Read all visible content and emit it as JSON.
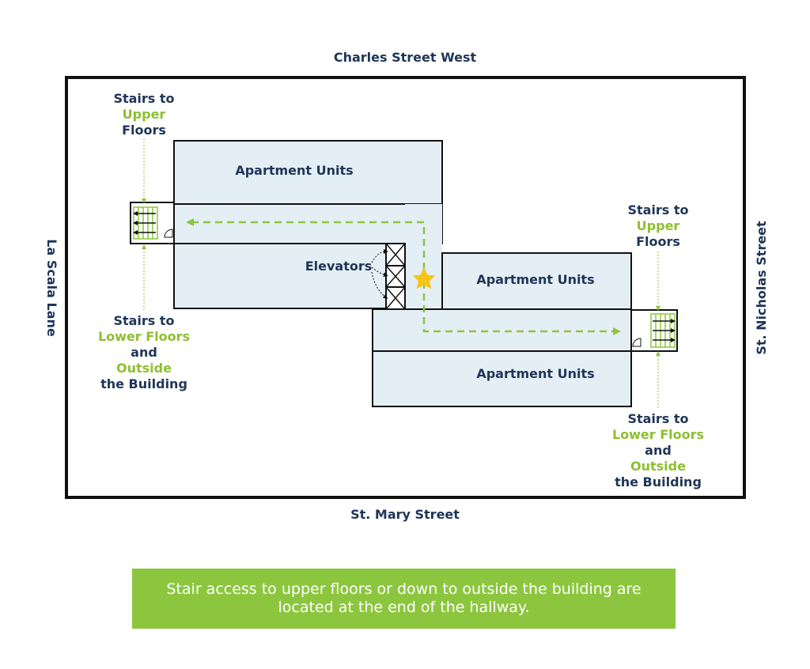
{
  "streets": {
    "north": "Charles Street West",
    "south": "St. Mary Street",
    "west": "La Scala Lane",
    "east": "St. Nicholas Street"
  },
  "units": {
    "top_left": "Apartment Units",
    "middle_right": "Apartment Units",
    "bottom_right": "Apartment Units"
  },
  "elevators": "Elevators",
  "stairs_left_upper": {
    "line1": "Stairs to",
    "line2": "Upper",
    "line3": "Floors"
  },
  "stairs_left_lower": {
    "line1": "Stairs to",
    "line2": "Lower Floors",
    "line3": "and",
    "line4": "Outside",
    "line5": "the Building"
  },
  "stairs_right_upper": {
    "line1": "Stairs to",
    "line2": "Upper",
    "line3": "Floors"
  },
  "stairs_right_lower": {
    "line1": "Stairs to",
    "line2": "Lower Floors",
    "line3": "and",
    "line4": "Outside",
    "line5": "the Building"
  },
  "caption": "Stair access to upper floors or down to outside the building are located at the end of the hallway.",
  "colors": {
    "navy": "#1f3557",
    "green": "#8cc63e",
    "room": "#e4eef5",
    "star": "#f5c518"
  },
  "icons": {
    "you_are_here": "star-icon"
  }
}
